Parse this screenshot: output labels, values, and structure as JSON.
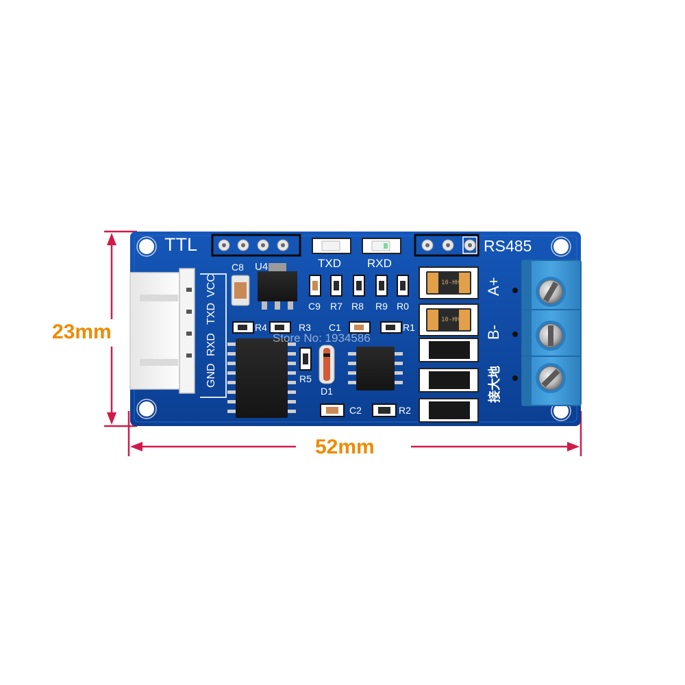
{
  "dimensions": {
    "height_label": "23mm",
    "width_label": "52mm"
  },
  "board": {
    "header_label": "TTL",
    "connector_label": "RS485",
    "pin_labels": [
      "GND",
      "RXD",
      "TXD",
      "VCC"
    ],
    "led_labels": [
      "TXD",
      "RXD"
    ],
    "terminal_labels": [
      "A+",
      "B-",
      "接大地"
    ],
    "component_labels": [
      "C8",
      "U4",
      "C9",
      "R7",
      "R8",
      "R9",
      "R0",
      "R4",
      "R3",
      "C1",
      "R1",
      "R5",
      "D1",
      "C2",
      "R2"
    ],
    "watermark": "Store No: 1934586",
    "tvs_marking": "10-HH"
  },
  "colors": {
    "pcb": "#0d4aa6",
    "terminal_block": "#3a9ad8",
    "dimension_line": "#d11a4a",
    "dimension_text": "#ee8a00"
  }
}
